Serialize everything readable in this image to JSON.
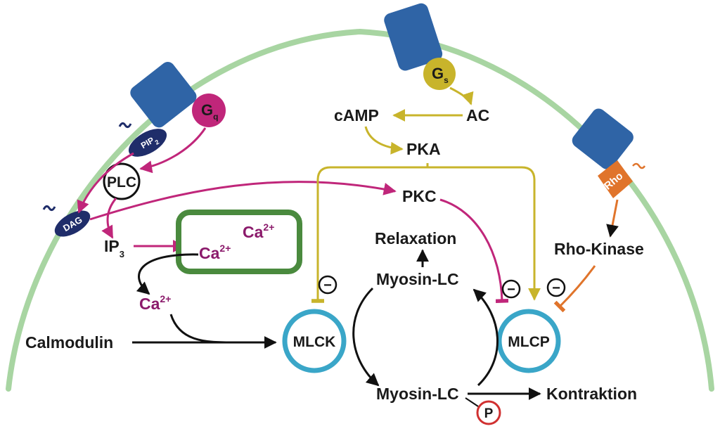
{
  "receptors": {
    "gq": {
      "main": "G",
      "sub": "q"
    },
    "gs": {
      "main": "G",
      "sub": "s"
    },
    "rho": "Rho"
  },
  "membrane": {
    "pip2": {
      "main": "PIP",
      "sub": "2"
    },
    "dag": "DAG"
  },
  "nodes": {
    "plc": "PLC",
    "camp": "cAMP",
    "ac": "AC",
    "pka": "PKA",
    "pkc": "PKC",
    "ip3": {
      "main": "IP",
      "sub": "3"
    },
    "ca_store_1": {
      "main": "Ca",
      "sup": "2+"
    },
    "ca_store_2": {
      "main": "Ca",
      "sup": "2+"
    },
    "ca_cytosol": {
      "main": "Ca",
      "sup": "2+"
    },
    "calmodulin": "Calmodulin",
    "mlck": "MLCK",
    "mlcp": "MLCP",
    "rho_kinase": "Rho-Kinase",
    "relaxation": "Relaxation",
    "myosin_lc_top": "Myosin-LC",
    "myosin_lc_bottom": "Myosin-LC",
    "phosphate": "P",
    "kontraktion": "Kontraktion"
  },
  "inhibit_symbol": "−",
  "colors": {
    "membrane": "#a8d5a2",
    "receptor": "#2f64a6",
    "gq": "#c0267a",
    "gs": "#c8b42b",
    "plc_pathway": "#c0267a",
    "pka_pathway": "#c8b42b",
    "rho": "#e0742b",
    "store": "#4a8a3e",
    "enzyme_ring": "#3aa6c8",
    "phosphate_ring": "#d03030",
    "dark_blue": "#1f2d6a",
    "ca_text": "#8b1a6b"
  }
}
